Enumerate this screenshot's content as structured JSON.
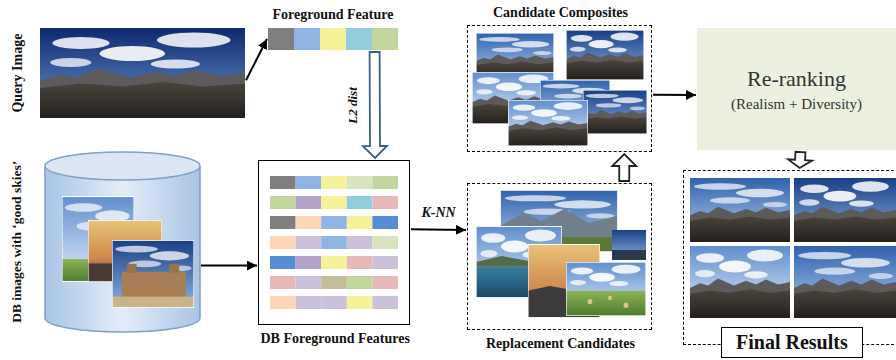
{
  "diagram": {
    "nodes": [
      {
        "text": [
          "Query Image"
        ]
      },
      {
        "text": [
          "Foreground Feature"
        ]
      },
      {
        "text": [
          "DB images with ‘good skies’"
        ]
      },
      {
        "text": [
          "DB Foreground Features"
        ]
      },
      {
        "text": [
          "Candidate Composites"
        ]
      },
      {
        "text": [
          "Replacement Candidates"
        ]
      },
      {
        "text": [
          "Re-ranking",
          "(Realism + Diversity)"
        ]
      },
      {
        "text": [
          "Final Results"
        ]
      }
    ],
    "edges": [
      {
        "from": 0,
        "to": 1,
        "arrow": "to"
      },
      {
        "from": 1,
        "to": 3,
        "label": "L2 dist",
        "arrow": "to"
      },
      {
        "from": 2,
        "to": 3,
        "arrow": "to"
      },
      {
        "from": 3,
        "to": 5,
        "label": "K-NN",
        "arrow": "to"
      },
      {
        "from": 5,
        "to": 4,
        "arrow": "to"
      },
      {
        "from": 4,
        "to": 6,
        "arrow": "to"
      },
      {
        "from": 6,
        "to": 7,
        "arrow": "to"
      }
    ]
  }
}
